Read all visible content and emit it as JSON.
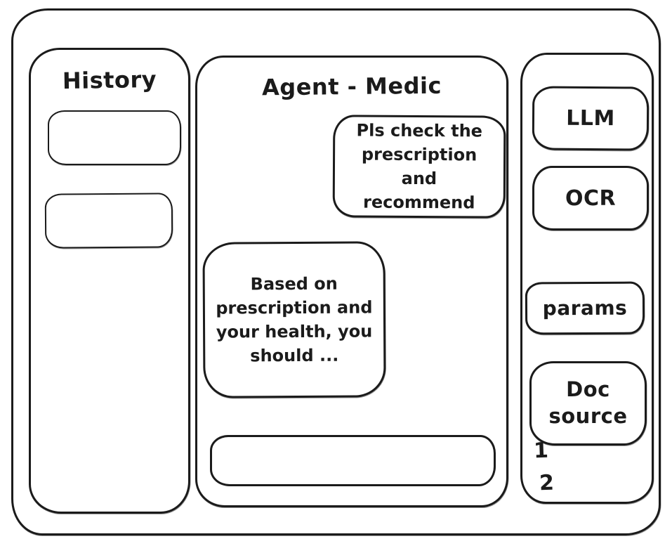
{
  "colors": {
    "ink": "#1b1b1b",
    "background": "#ffffff"
  },
  "history_panel": {
    "title": "History",
    "items": [
      {
        "label": ""
      },
      {
        "label": ""
      }
    ]
  },
  "chat_panel": {
    "title": "Agent - Medic",
    "messages": [
      {
        "role": "user",
        "text": "Pls check the prescription and recommend"
      },
      {
        "role": "assistant",
        "text": "Based on prescription and your health, you should ..."
      }
    ],
    "input": {
      "value": ""
    }
  },
  "tools_panel": {
    "items": [
      {
        "label": "LLM"
      },
      {
        "label": "OCR"
      },
      {
        "label": "params"
      },
      {
        "label": "Doc source"
      }
    ],
    "annotations": [
      "1",
      "2"
    ]
  }
}
